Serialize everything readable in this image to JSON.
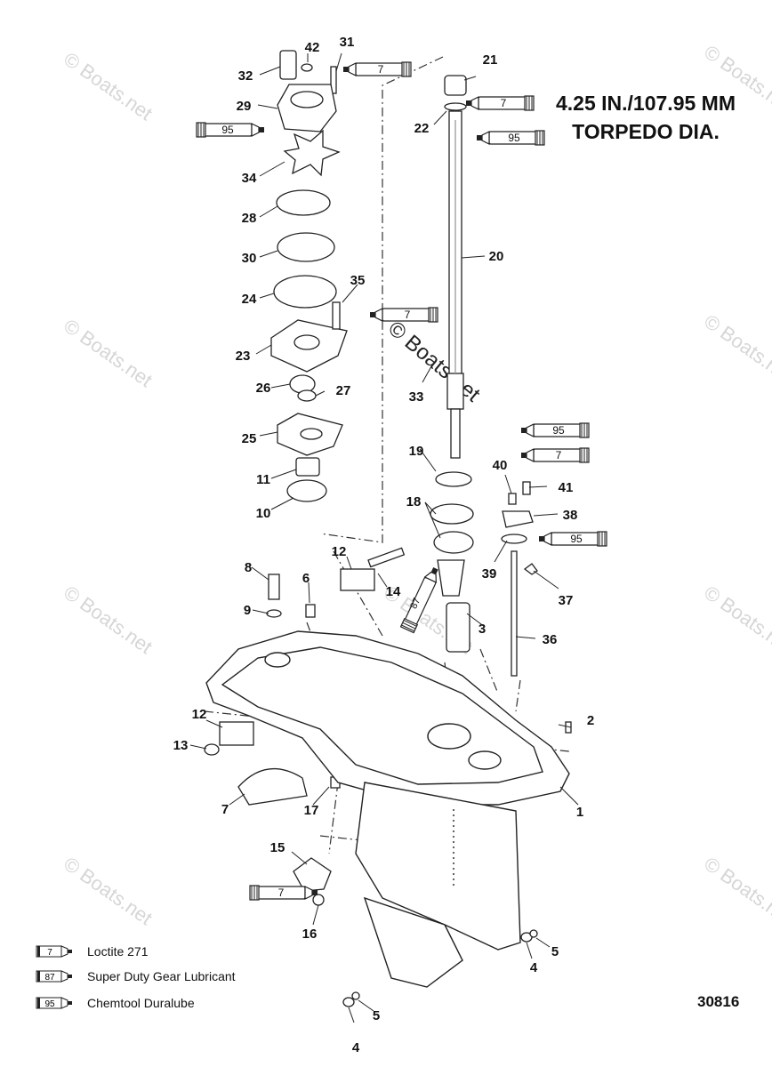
{
  "header": {
    "torpedo_line1": "4.25 IN./107.95 MM",
    "torpedo_line2": "TORPEDO DIA."
  },
  "watermark": {
    "text": "© Boats.net",
    "center_text": "© Boats.net"
  },
  "diagram_id": "30816",
  "callouts": [
    {
      "id": "c1",
      "label": "1"
    },
    {
      "id": "c2",
      "label": "2"
    },
    {
      "id": "c3",
      "label": "3"
    },
    {
      "id": "c4a",
      "label": "4"
    },
    {
      "id": "c4b",
      "label": "4"
    },
    {
      "id": "c5a",
      "label": "5"
    },
    {
      "id": "c5b",
      "label": "5"
    },
    {
      "id": "c6",
      "label": "6"
    },
    {
      "id": "c7",
      "label": "7"
    },
    {
      "id": "c8",
      "label": "8"
    },
    {
      "id": "c9",
      "label": "9"
    },
    {
      "id": "c10",
      "label": "10"
    },
    {
      "id": "c11",
      "label": "11"
    },
    {
      "id": "c12a",
      "label": "12"
    },
    {
      "id": "c12b",
      "label": "12"
    },
    {
      "id": "c13",
      "label": "13"
    },
    {
      "id": "c14",
      "label": "14"
    },
    {
      "id": "c15",
      "label": "15"
    },
    {
      "id": "c16",
      "label": "16"
    },
    {
      "id": "c17",
      "label": "17"
    },
    {
      "id": "c18",
      "label": "18"
    },
    {
      "id": "c19",
      "label": "19"
    },
    {
      "id": "c20",
      "label": "20"
    },
    {
      "id": "c21",
      "label": "21"
    },
    {
      "id": "c22",
      "label": "22"
    },
    {
      "id": "c23",
      "label": "23"
    },
    {
      "id": "c24",
      "label": "24"
    },
    {
      "id": "c25",
      "label": "25"
    },
    {
      "id": "c26",
      "label": "26"
    },
    {
      "id": "c27",
      "label": "27"
    },
    {
      "id": "c28",
      "label": "28"
    },
    {
      "id": "c29",
      "label": "29"
    },
    {
      "id": "c30",
      "label": "30"
    },
    {
      "id": "c31",
      "label": "31"
    },
    {
      "id": "c32",
      "label": "32"
    },
    {
      "id": "c33",
      "label": "33"
    },
    {
      "id": "c34",
      "label": "34"
    },
    {
      "id": "c35",
      "label": "35"
    },
    {
      "id": "c36",
      "label": "36"
    },
    {
      "id": "c37",
      "label": "37"
    },
    {
      "id": "c38",
      "label": "38"
    },
    {
      "id": "c39",
      "label": "39"
    },
    {
      "id": "c40",
      "label": "40"
    },
    {
      "id": "c41",
      "label": "41"
    },
    {
      "id": "c42",
      "label": "42"
    }
  ],
  "tubes": [
    {
      "id": "t1",
      "code": "7"
    },
    {
      "id": "t2",
      "code": "95"
    },
    {
      "id": "t3",
      "code": "7"
    },
    {
      "id": "t4",
      "code": "95"
    },
    {
      "id": "t5",
      "code": "7"
    },
    {
      "id": "t6",
      "code": "95"
    },
    {
      "id": "t7",
      "code": "7"
    },
    {
      "id": "t8",
      "code": "95"
    },
    {
      "id": "t9",
      "code": "87"
    },
    {
      "id": "t10",
      "code": "7"
    }
  ],
  "legend": [
    {
      "code": "7",
      "label": "Loctite 271"
    },
    {
      "code": "87",
      "label": "Super Duty Gear Lubricant"
    },
    {
      "code": "95",
      "label": "Chemtool Duralube"
    }
  ]
}
